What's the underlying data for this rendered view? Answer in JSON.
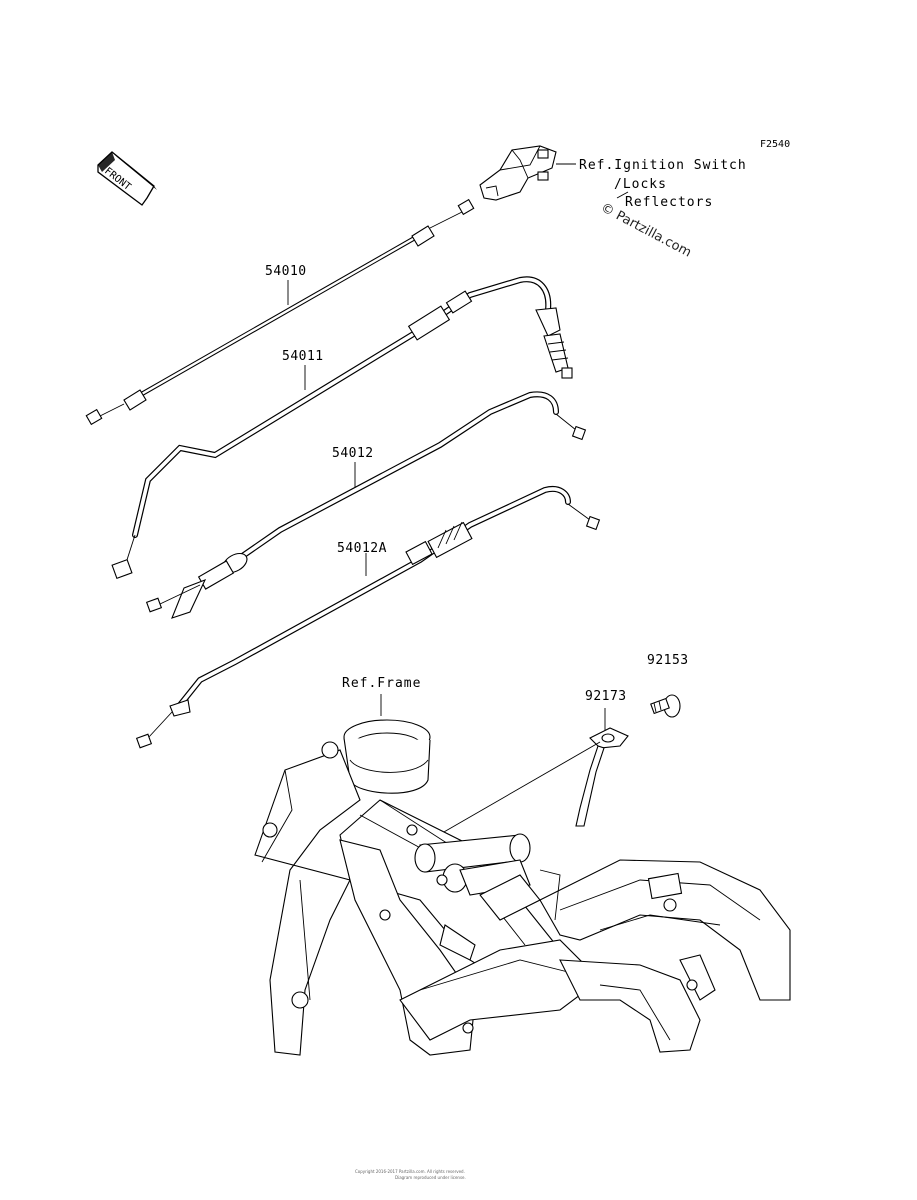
{
  "figure_code": "F2540",
  "front_arrow": {
    "label": "FRONT",
    "icon": "front-arrow-icon"
  },
  "parts": [
    {
      "number": "54010"
    },
    {
      "number": "54011"
    },
    {
      "number": "54012"
    },
    {
      "number": "54012A"
    },
    {
      "number": "92153"
    },
    {
      "number": "92173"
    }
  ],
  "references": {
    "ignition": [
      "Ref.Ignition Switch",
      "/Locks",
      "Reflectors"
    ],
    "frame": "Ref.Frame"
  },
  "watermark": "© Partzilla.com",
  "footer": [
    "Copyright 2016-2017 Partzilla.com. All rights reserved.",
    "Diagram reproduced under license."
  ]
}
